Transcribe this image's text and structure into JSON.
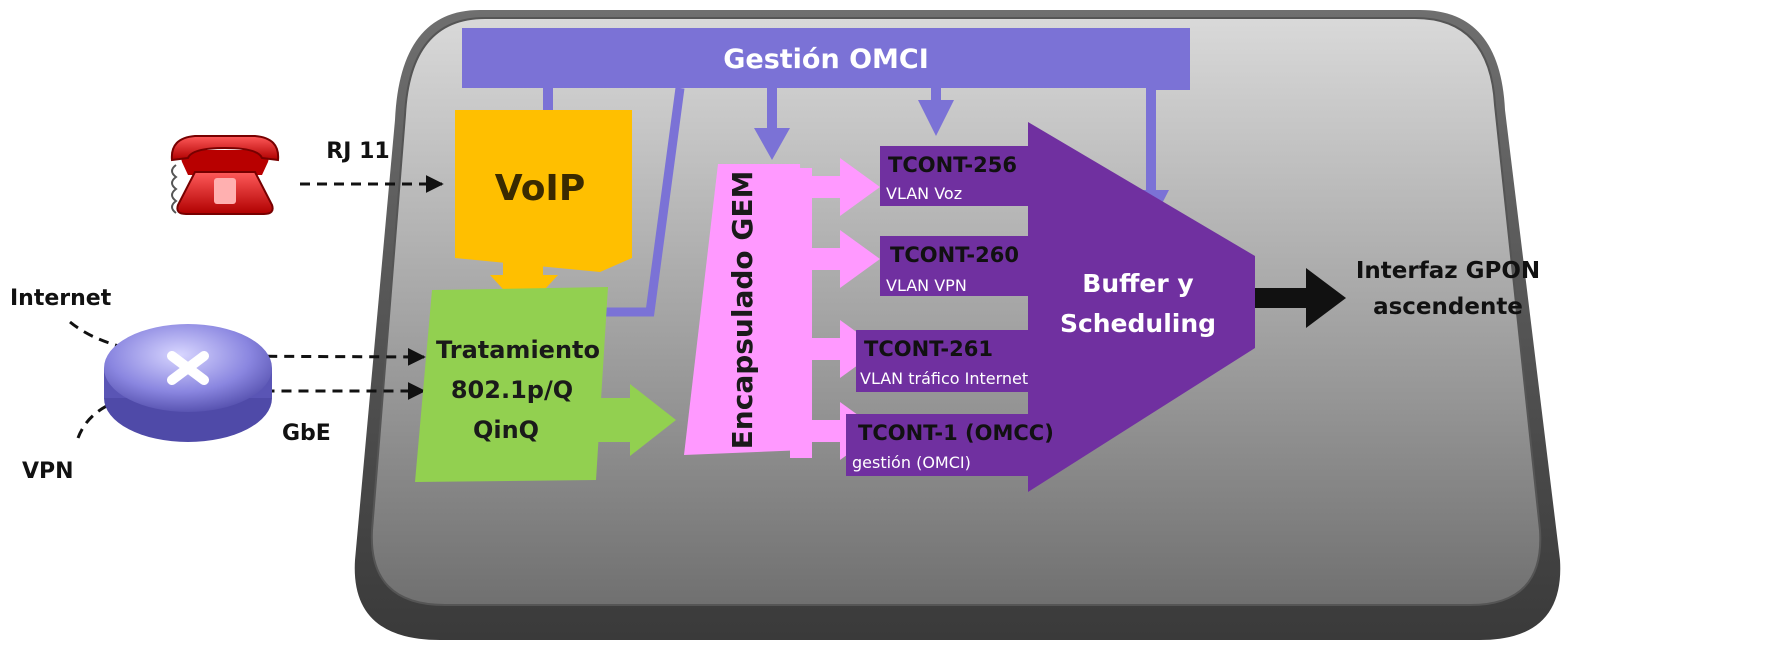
{
  "omci": {
    "label": "Gestión OMCI"
  },
  "voip": {
    "label": "VoIP"
  },
  "phone": {
    "port_label": "RJ 11"
  },
  "tratamiento": {
    "line1": "Tratamiento",
    "line2": "802.1p/Q",
    "line3": "QinQ"
  },
  "gem": {
    "label": "Encapsulado GEM"
  },
  "tconts": [
    {
      "name": "TCONT-256",
      "vlan": "VLAN Voz"
    },
    {
      "name": "TCONT-260",
      "vlan": "VLAN VPN"
    },
    {
      "name": "TCONT-261",
      "vlan": "VLAN tráfico Internet"
    },
    {
      "name": "TCONT-1 (OMCC)",
      "vlan": "gestión (OMCI)"
    }
  ],
  "buffer": {
    "line1": "Buffer y",
    "line2": "Scheduling"
  },
  "output": {
    "line1": "Interfaz GPON",
    "line2": "ascendente"
  },
  "inputs": {
    "internet": "Internet",
    "vpn": "VPN",
    "gbe": "GbE"
  },
  "colors": {
    "omci": "#7b72d6",
    "voip": "#ffbf00",
    "tratamiento": "#92d050",
    "gem": "#ff99ff",
    "tcont": "#7030a0",
    "chassis": "#a6a6a6",
    "phone": "#e00000"
  }
}
